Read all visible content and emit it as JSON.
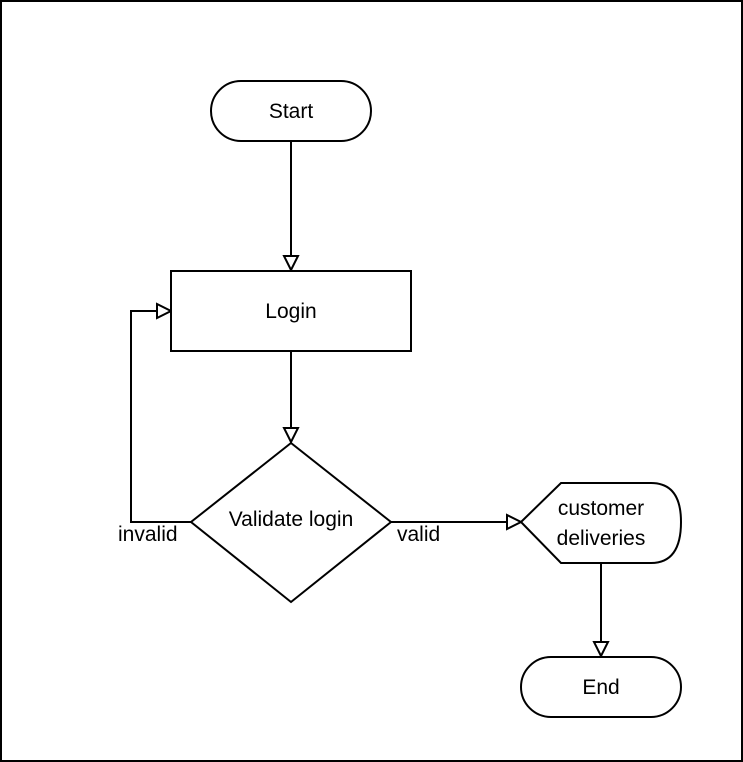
{
  "diagram": {
    "type": "flowchart",
    "nodes": {
      "start": {
        "label": "Start",
        "shape": "terminator"
      },
      "login": {
        "label": "Login",
        "shape": "process"
      },
      "validate": {
        "label": "Validate login",
        "shape": "decision"
      },
      "deliveries": {
        "lines": [
          "customer",
          "deliveries"
        ],
        "shape": "display"
      },
      "end": {
        "label": "End",
        "shape": "terminator"
      }
    },
    "edges": [
      {
        "from": "start",
        "to": "login",
        "label": ""
      },
      {
        "from": "login",
        "to": "validate",
        "label": ""
      },
      {
        "from": "validate",
        "to": "login",
        "label": "invalid"
      },
      {
        "from": "validate",
        "to": "deliveries",
        "label": "valid"
      },
      {
        "from": "deliveries",
        "to": "end",
        "label": ""
      }
    ],
    "edge_labels": {
      "invalid": "invalid",
      "valid": "valid"
    }
  }
}
